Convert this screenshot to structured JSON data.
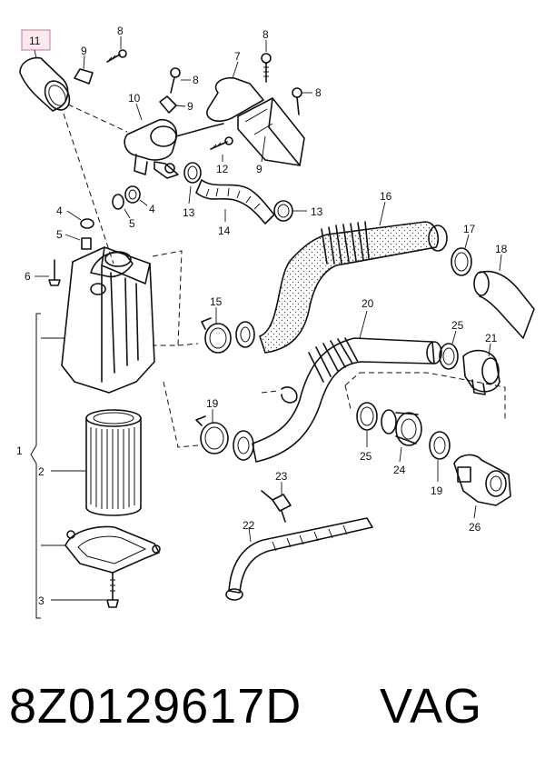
{
  "callouts": {
    "c1": "1",
    "c2": "2",
    "c3": "3",
    "c4a": "4",
    "c4b": "4",
    "c5a": "5",
    "c5b": "5",
    "c6": "6",
    "c7": "7",
    "c8a": "8",
    "c8b": "8",
    "c8c": "8",
    "c8d": "8",
    "c9a": "9",
    "c9b": "9",
    "c9c": "9",
    "c10": "10",
    "c11": "11",
    "c12": "12",
    "c13a": "13",
    "c13b": "13",
    "c14": "14",
    "c15": "15",
    "c16": "16",
    "c17": "17",
    "c18": "18",
    "c19a": "19",
    "c19b": "19",
    "c20": "20",
    "c21": "21",
    "c22": "22",
    "c23": "23",
    "c24": "24",
    "c25a": "25",
    "c25b": "25",
    "c26": "26"
  },
  "highlighted_callout": "11",
  "colors": {
    "highlight_fill": "#fde9ee",
    "highlight_border": "#d98a9b"
  },
  "footer": {
    "part_number": "8Z0129617D",
    "brand": "VAG"
  }
}
